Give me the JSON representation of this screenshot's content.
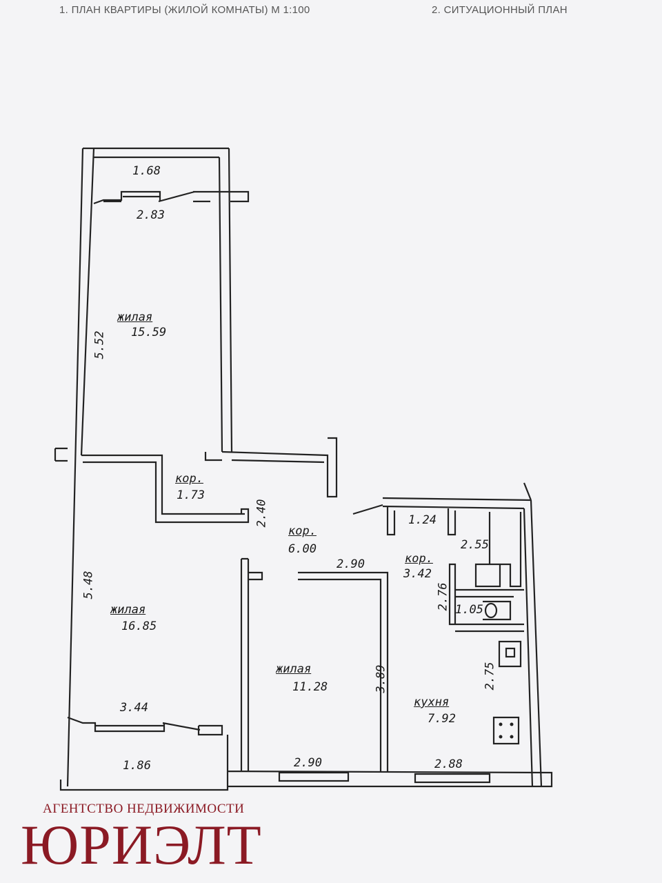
{
  "header": {
    "plan_title": "1. ПЛАН КВАРТИРЫ (ЖИЛОЙ КОМНАТЫ) М 1:100",
    "situation_title": "2. СИТУАЦИОННЫЙ ПЛАН"
  },
  "rooms": {
    "living1": {
      "name": "жилая",
      "area": "15.59"
    },
    "corridor_small": {
      "name": "кор.",
      "area": "1.73"
    },
    "corridor_main": {
      "name": "кор.",
      "area": "6.00"
    },
    "corridor_bath": {
      "name": "кор.",
      "area": "3.42"
    },
    "living2": {
      "name": "жилая",
      "area": "16.85"
    },
    "living3": {
      "name": "жилая",
      "area": "11.28"
    },
    "kitchen": {
      "name": "кухня",
      "area": "7.92"
    },
    "storage": {
      "area": "1.24"
    },
    "bath": {
      "area": "2.55"
    },
    "wc": {
      "area": "1.05"
    }
  },
  "dimensions": {
    "balcony_top": "1.68",
    "living1_width": "2.83",
    "living1_length": "5.52",
    "corridor_width": "2.40",
    "living3_top": "2.90",
    "bath_corr_len": "2.76",
    "living2_length": "5.48",
    "living3_length": "3.89",
    "kitchen_length": "2.75",
    "living2_width": "3.44",
    "balcony_bottom": "1.86",
    "living3_bottom": "2.90",
    "kitchen_width": "2.88"
  },
  "agency": {
    "subtitle": "АГЕНТСТВО НЕДВИЖИМОСТИ",
    "name": "ЮРИЭЛТ",
    "color": "#8b1a24"
  }
}
